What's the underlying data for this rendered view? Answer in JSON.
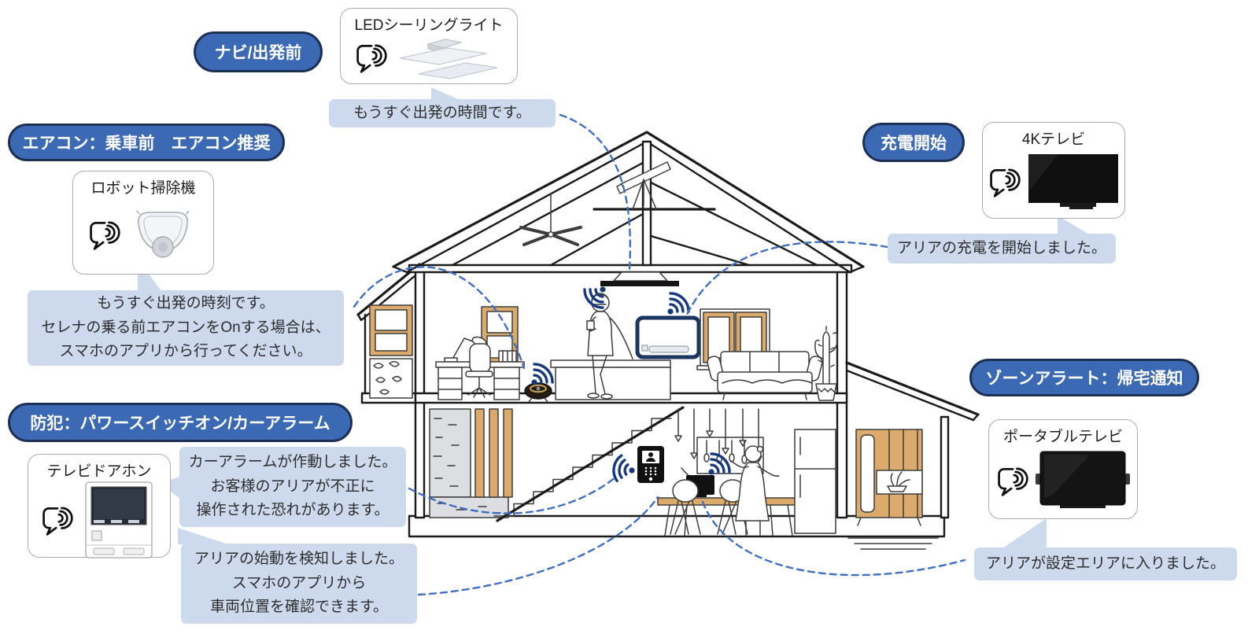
{
  "pills": {
    "navi": "ナビ/出発前",
    "aircon": "エアコン：乗車前　エアコン推奨",
    "security": "防犯：パワースイッチオン/カーアラーム",
    "charge": "充電開始",
    "zone": "ゾーンアラート：帰宅通知"
  },
  "devices": {
    "led_light": "LEDシーリングライト",
    "robot_vacuum": "ロボット掃除機",
    "door_phone": "テレビドアホン",
    "tv_4k": "4Kテレビ",
    "portable_tv": "ポータブルテレビ"
  },
  "callouts": {
    "departure_time": {
      "lines": [
        "もうすぐ出発の時間です。"
      ]
    },
    "aircon_notice": {
      "lines": [
        "もうすぐ出発の時刻です。",
        "セレナの乗る前エアコンをOnする場合は、",
        "スマホのアプリから行ってください。"
      ]
    },
    "car_alarm": {
      "lines": [
        "カーアラームが作動しました。",
        "お客様のアリアが不正に",
        "操作された恐れがあります。"
      ]
    },
    "start_detect": {
      "lines": [
        "アリアの始動を検知しました。",
        "スマホのアプリから",
        "車両位置を確認できます。"
      ]
    },
    "charge_start": {
      "lines": [
        "アリアの充電を開始しました。"
      ]
    },
    "zone_alert": {
      "lines": [
        "アリアが設定エリアに入りました。"
      ]
    }
  },
  "icons": {
    "speech": "speech-bubble-sound-icon",
    "wifi": "wireless-signal-icon"
  },
  "colors": {
    "pill_bg": "#3b69b4",
    "pill_border": "#1d3054",
    "callout_bg": "#cdd9ed",
    "dash_line": "#3f6fc4",
    "wifi": "#16387f"
  }
}
